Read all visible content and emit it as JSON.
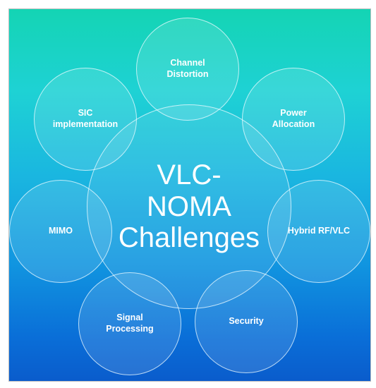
{
  "center": {
    "label": "VLC-\nNOMA\nChallenges"
  },
  "challenges": [
    {
      "id": "channel-distortion",
      "label": "Channel\nDistortion"
    },
    {
      "id": "power-allocation",
      "label": "Power\nAllocation"
    },
    {
      "id": "hybrid-rf-vlc",
      "label": "Hybrid RF/VLC"
    },
    {
      "id": "security",
      "label": "Security"
    },
    {
      "id": "signal-processing",
      "label": "Signal\nProcessing"
    },
    {
      "id": "mimo",
      "label": "MIMO"
    },
    {
      "id": "sic-implementation",
      "label": "SIC\nimplementation"
    }
  ],
  "colors": {
    "gradient_top": "#14d4b4",
    "gradient_bottom": "#0a5ccc",
    "circle_outline": "#ebfaff",
    "text": "#ffffff"
  }
}
